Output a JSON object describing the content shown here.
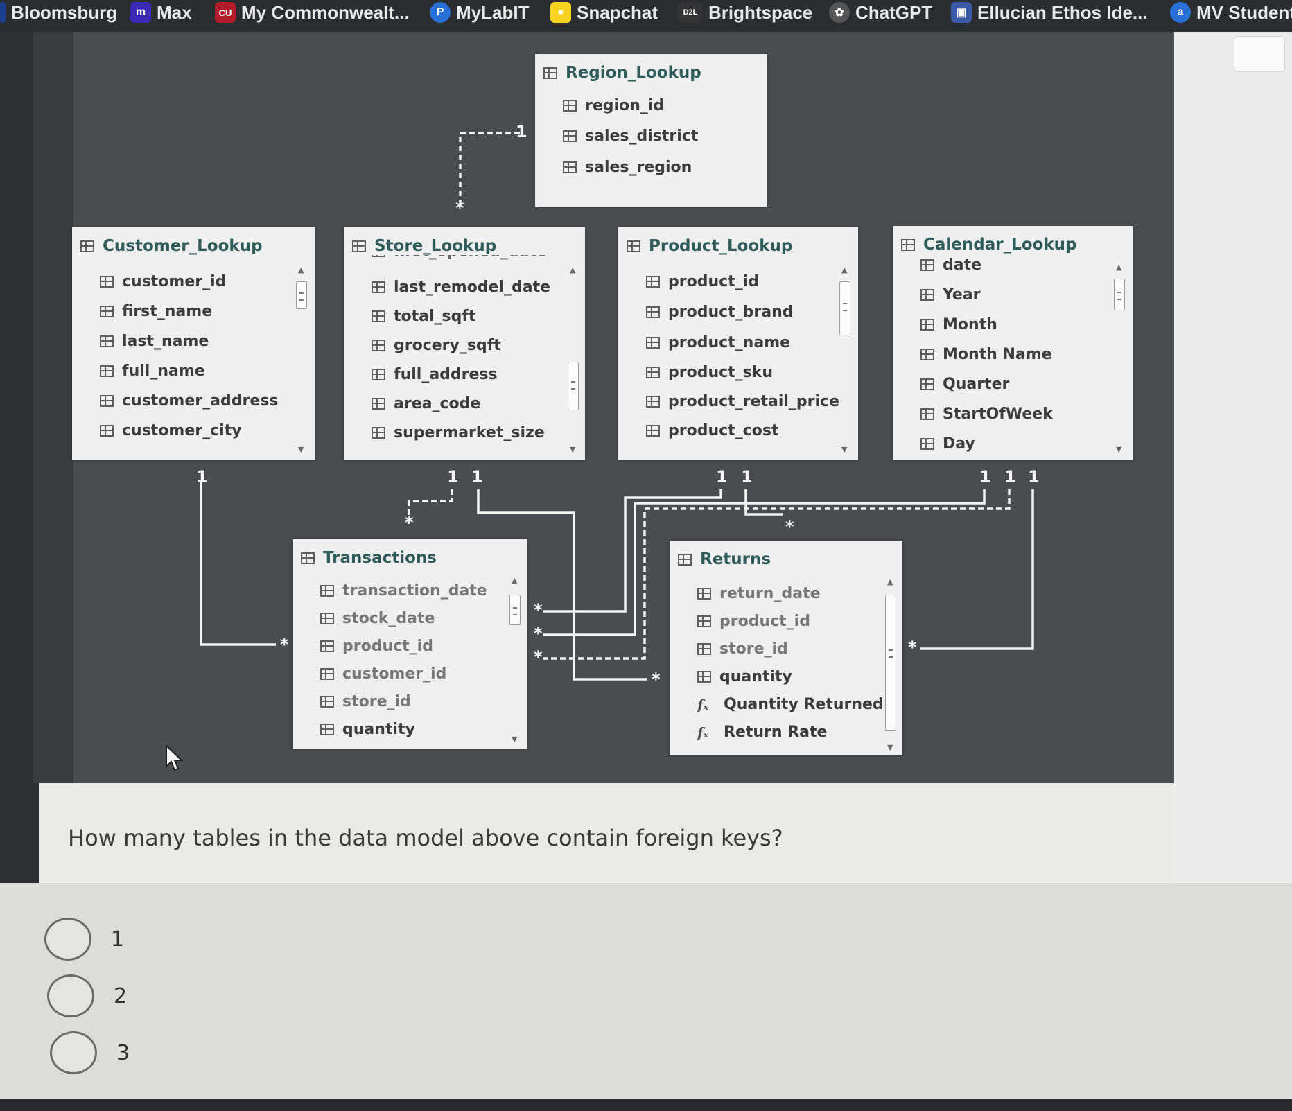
{
  "bookmarks": [
    {
      "label": "Bloomsburg",
      "icon": "bloomsburg-icon",
      "glyph": "",
      "color": "#1c3f8f"
    },
    {
      "label": "Max",
      "icon": "max-icon",
      "glyph": "m",
      "color": "#3b2ab3"
    },
    {
      "label": "My Commonwealt...",
      "icon": "commonwealth-icon",
      "glyph": "CU",
      "color": "#b21c2a"
    },
    {
      "label": "MyLabIT",
      "icon": "mylabit-icon",
      "glyph": "P",
      "color": "#2a6fd6"
    },
    {
      "label": "Snapchat",
      "icon": "snapchat-icon",
      "glyph": "",
      "color": "#f7d21e"
    },
    {
      "label": "Brightspace",
      "icon": "d2l-icon",
      "glyph": "D2L",
      "color": "#333333"
    },
    {
      "label": "ChatGPT",
      "icon": "chatgpt-icon",
      "glyph": "",
      "color": "#555555"
    },
    {
      "label": "Ellucian Ethos Ide...",
      "icon": "ellucian-icon",
      "glyph": "",
      "color": "#3b5aa8"
    },
    {
      "label": "MV Student",
      "icon": "mv-student-icon",
      "glyph": "a",
      "color": "#2a6fd6"
    }
  ],
  "diagram": {
    "tables": {
      "region": {
        "title": "Region_Lookup",
        "fields": [
          "region_id",
          "sales_district",
          "sales_region"
        ]
      },
      "customer": {
        "title": "Customer_Lookup",
        "fields": [
          "customer_id",
          "first_name",
          "last_name",
          "full_name",
          "customer_address",
          "customer_city"
        ]
      },
      "store": {
        "title": "Store_Lookup",
        "partial_field": "first_opened_date",
        "fields": [
          "last_remodel_date",
          "total_sqft",
          "grocery_sqft",
          "full_address",
          "area_code",
          "supermarket_size"
        ]
      },
      "product": {
        "title": "Product_Lookup",
        "fields": [
          "product_id",
          "product_brand",
          "product_name",
          "product_sku",
          "product_retail_price",
          "product_cost"
        ]
      },
      "calendar": {
        "title": "Calendar_Lookup",
        "fields": [
          "date",
          "Year",
          "Month",
          "Month Name",
          "Quarter",
          "StartOfWeek",
          "Day"
        ]
      },
      "transactions": {
        "title": "Transactions",
        "fields": [
          "transaction_date",
          "stock_date",
          "product_id",
          "customer_id",
          "store_id",
          "quantity"
        ]
      },
      "returns": {
        "title": "Returns",
        "fields": [
          "return_date",
          "product_id",
          "store_id",
          "quantity"
        ],
        "measures": [
          "Quantity Returned",
          "Return Rate"
        ]
      }
    },
    "one_label": "1",
    "many_label": "*"
  },
  "question": "How many tables in the data model above contain foreign keys?",
  "options": [
    "1",
    "2",
    "3"
  ]
}
